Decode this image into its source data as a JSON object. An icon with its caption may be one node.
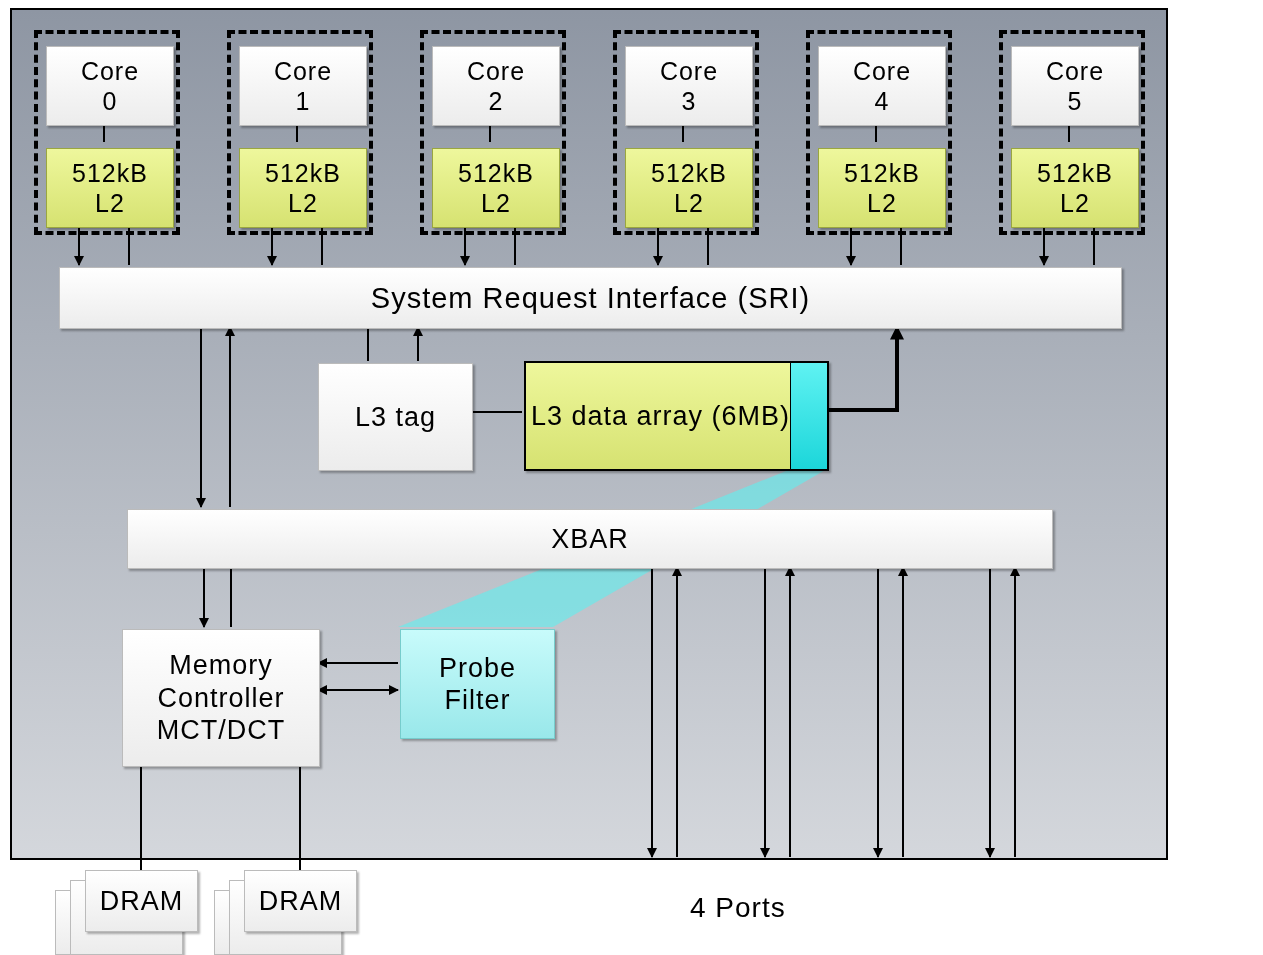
{
  "diagram": {
    "nodes": [
      {
        "text": [],
        "shape": "box"
      },
      {
        "text": [],
        "shape": "box",
        "in": 0
      },
      {
        "text": [
          "Core 0"
        ],
        "in": 1
      },
      {
        "text": [
          "512kB L2"
        ],
        "in": 1
      },
      {
        "text": [],
        "shape": "box",
        "in": 0
      },
      {
        "text": [
          "Core 1"
        ],
        "in": 4
      },
      {
        "text": [
          "512kB L2"
        ],
        "in": 4
      },
      {
        "text": [],
        "shape": "box",
        "in": 0
      },
      {
        "text": [
          "Core 2"
        ],
        "in": 7
      },
      {
        "text": [
          "512kB L2"
        ],
        "in": 7
      },
      {
        "text": [],
        "shape": "box",
        "in": 0
      },
      {
        "text": [
          "Core 3"
        ],
        "in": 10
      },
      {
        "text": [
          "512kB L2"
        ],
        "in": 10
      },
      {
        "text": [],
        "shape": "box",
        "in": 0
      },
      {
        "text": [
          "Core 4"
        ],
        "in": 13
      },
      {
        "text": [
          "512kB L2"
        ],
        "in": 13
      },
      {
        "text": [],
        "shape": "box",
        "in": 0
      },
      {
        "text": [
          "Core 5"
        ],
        "in": 16
      },
      {
        "text": [
          "512kB L2"
        ],
        "in": 16
      },
      {
        "text": [
          "System Request Interface (SRI)"
        ],
        "in": 0
      },
      {
        "text": [
          "L3 tag"
        ],
        "in": 0
      },
      {
        "text": [
          "L3 data array (6MB)"
        ],
        "in": 0
      },
      {
        "text": [
          "XBAR"
        ],
        "in": 0
      },
      {
        "text": [
          "Memory Controller MCT/DCT"
        ],
        "in": 0
      },
      {
        "text": [
          "Probe Filter"
        ],
        "in": 0
      },
      {
        "text": [
          "DRAM"
        ]
      },
      {
        "text": [
          "DRAM"
        ]
      }
    ],
    "edges": [
      {
        "from": 2,
        "to": 3,
        "arrow": "none"
      },
      {
        "from": 5,
        "to": 6,
        "arrow": "none"
      },
      {
        "from": 8,
        "to": 9,
        "arrow": "none"
      },
      {
        "from": 11,
        "to": 12,
        "arrow": "none"
      },
      {
        "from": 14,
        "to": 15,
        "arrow": "none"
      },
      {
        "from": 17,
        "to": 18,
        "arrow": "none"
      },
      {
        "from": 3,
        "to": 19,
        "arrow": "to"
      },
      {
        "from": 3,
        "to": 19,
        "arrow": "none"
      },
      {
        "from": 6,
        "to": 19,
        "arrow": "to"
      },
      {
        "from": 6,
        "to": 19,
        "arrow": "none"
      },
      {
        "from": 9,
        "to": 19,
        "arrow": "to"
      },
      {
        "from": 9,
        "to": 19,
        "arrow": "none"
      },
      {
        "from": 12,
        "to": 19,
        "arrow": "to"
      },
      {
        "from": 12,
        "to": 19,
        "arrow": "none"
      },
      {
        "from": 15,
        "to": 19,
        "arrow": "to"
      },
      {
        "from": 15,
        "to": 19,
        "arrow": "none"
      },
      {
        "from": 18,
        "to": 19,
        "arrow": "to"
      },
      {
        "from": 18,
        "to": 19,
        "arrow": "none"
      },
      {
        "from": 19,
        "to": 22,
        "arrow": "to"
      },
      {
        "from": 22,
        "to": 19,
        "arrow": "to"
      },
      {
        "from": 19,
        "to": 20,
        "arrow": "none"
      },
      {
        "from": 20,
        "to": 19,
        "arrow": "to"
      },
      {
        "from": 20,
        "to": 21,
        "arrow": "none"
      },
      {
        "from": 21,
        "to": 19,
        "arrow": "to",
        "style": "thick"
      },
      {
        "from": 22,
        "to": 23,
        "arrow": "to"
      },
      {
        "from": 23,
        "to": 22,
        "arrow": "none"
      },
      {
        "from": 24,
        "to": 23,
        "arrow": "to"
      },
      {
        "from": 23,
        "to": 24,
        "arrow": "both"
      },
      {
        "from": 23,
        "to": 25,
        "arrow": "none"
      },
      {
        "from": 23,
        "to": 26,
        "arrow": "none"
      },
      {
        "from": 22,
        "to": null,
        "arrow": "to"
      },
      {
        "from": null,
        "to": 22,
        "arrow": "to"
      },
      {
        "from": 22,
        "to": null,
        "arrow": "to"
      },
      {
        "from": null,
        "to": 22,
        "arrow": "to"
      },
      {
        "from": 22,
        "to": null,
        "arrow": "to"
      },
      {
        "from": null,
        "to": 22,
        "arrow": "to"
      },
      {
        "from": 22,
        "to": null,
        "arrow": "to"
      },
      {
        "from": null,
        "to": 22,
        "arrow": "to"
      }
    ],
    "labels": [
      "4 Ports"
    ]
  }
}
